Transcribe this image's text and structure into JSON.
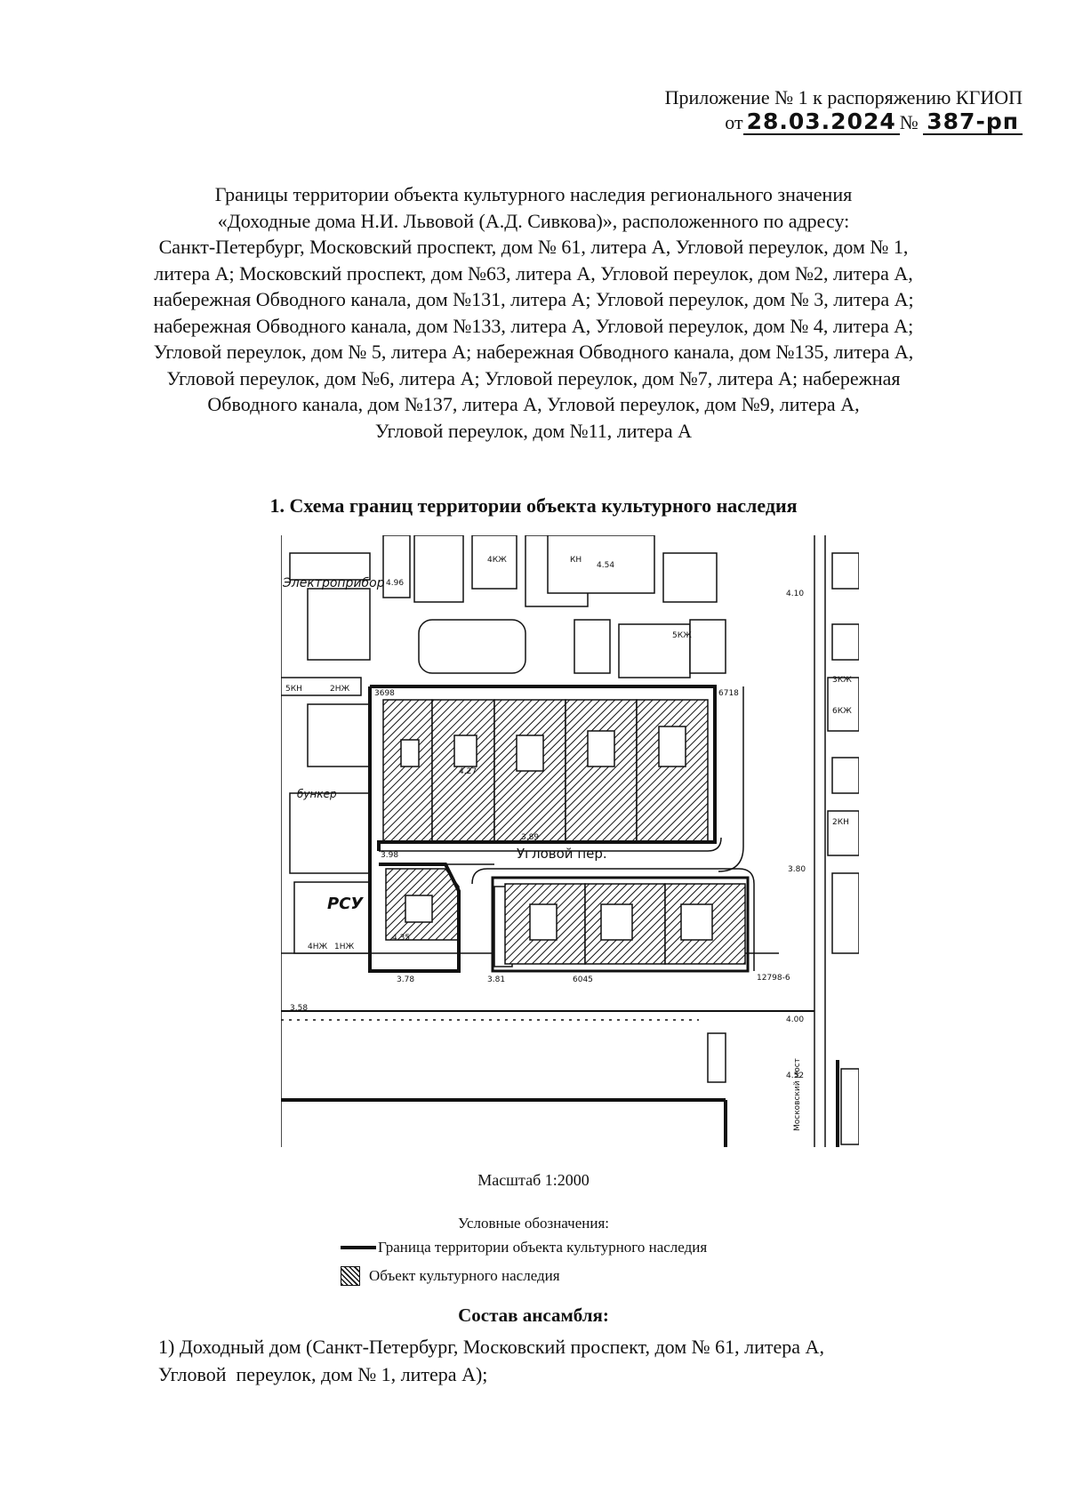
{
  "appendix": {
    "line1": "Приложение № 1 к распоряжению КГИОП",
    "from_label": "от",
    "date": "28.03.2024",
    "number_label": "№",
    "number": "387-рп"
  },
  "title_lines": [
    "Границы территории объекта культурного наследия регионального значения",
    "«Доходные дома Н.И. Львовой (А.Д. Сивкова)», расположенного по адресу:",
    "Санкт-Петербург, Московский проспект, дом № 61, литера А, Угловой переулок, дом № 1,",
    "литера А; Московский проспект, дом №63, литера А, Угловой переулок, дом №2, литера А,",
    "набережная Обводного канала, дом №131, литера А; Угловой переулок, дом № 3, литера А;",
    "набережная Обводного канала, дом №133, литера А, Угловой переулок, дом № 4, литера А;",
    "Угловой переулок, дом № 5, литера А; набережная Обводного канала, дом №135, литера А,",
    "Угловой переулок, дом №6, литера А; Угловой переулок, дом №7, литера А; набережная",
    "Обводного канала, дом №137, литера А, Угловой переулок, дом №9, литера А,",
    "Угловой переулок, дом №11, литера А"
  ],
  "section_title": "1. Схема границ территории объекта культурного наследия",
  "map_labels": {
    "street": "Угловой пер.",
    "elektropribor": "Электроприбор",
    "bunker": "бункер",
    "rsu": "РСУ",
    "moskovsky_most": "Московский мост",
    "marks": [
      "4.96",
      "4.54",
      "4.10",
      "3.89",
      "3.98",
      "3.80",
      "4.35",
      "3.78",
      "3.81",
      "3.58",
      "4.00",
      "4.52",
      "12798-6",
      "6045",
      "6718",
      "3698",
      "4.27"
    ],
    "floors": [
      "4КЖ",
      "КН",
      "5КЖ",
      "6КЖ",
      "2КН",
      "3КЖ",
      "1НЖ",
      "5КН",
      "2НЖ",
      "4НЖ"
    ]
  },
  "scale": "Масштаб 1:2000",
  "legend": {
    "title": "Условные обозначения:",
    "boundary": "Граница территории объекта культурного наследия",
    "object": "Объект культурного наследия"
  },
  "ensemble": {
    "title": "Состав ансамбля:",
    "items": [
      "1) Доходный дом (Санкт-Петербург, Московский проспект, дом № 61, литера А,",
      "Угловой  переулок, дом № 1, литера А);"
    ]
  },
  "colors": {
    "ink": "#111111",
    "paper": "#ffffff"
  }
}
